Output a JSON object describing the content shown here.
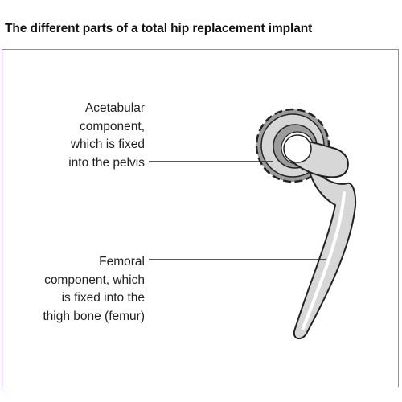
{
  "title": "The different parts of a total hip replacement implant",
  "labels": {
    "acetabular": {
      "lines": [
        "Acetabular",
        "component,",
        "which is fixed",
        "into the pelvis"
      ]
    },
    "femoral": {
      "lines": [
        "Femoral",
        "component, which",
        "is fixed into the",
        "thigh bone (femur)"
      ]
    }
  },
  "colors": {
    "frame_border": "#cc6fa6",
    "outline": "#222222",
    "metal_fill": "#d7d7d7",
    "cup_fill": "#9c9c9c",
    "text": "#222222"
  }
}
